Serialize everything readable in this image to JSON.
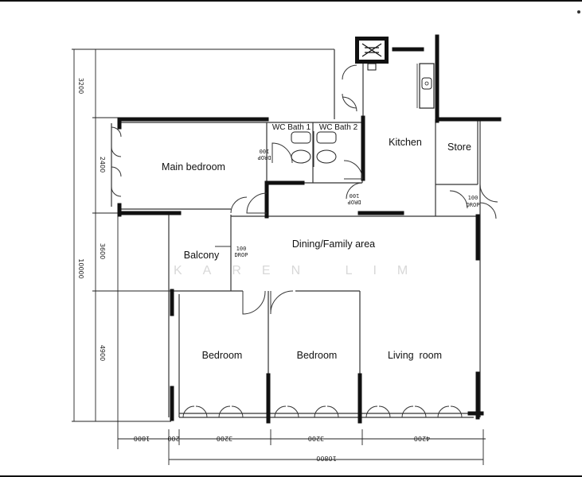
{
  "rooms": {
    "main_bedroom": "Main bedroom",
    "wc_bath_1": "WC Bath 1",
    "wc_bath_2": "WC Bath 2",
    "kitchen": "Kitchen",
    "store": "Store",
    "balcony": "Balcony",
    "dining_family": "Dining/Family area",
    "bedroom_1": "Bedroom",
    "bedroom_2": "Bedroom",
    "living_room": "Living  room"
  },
  "drops": {
    "main_bedroom_drop_value": "100",
    "main_bedroom_drop_word": "DROP",
    "kitchen_drop_value": "100",
    "kitchen_drop_word": "DROP",
    "store_drop_value": "100",
    "store_drop_word": "DROP",
    "balcony_drop_value": "100",
    "balcony_drop_word": "DROP"
  },
  "dimensions": {
    "left_top": "3200",
    "left_upper": "2400",
    "left_mid": "3600",
    "left_lower": "4900",
    "left_total": "10000",
    "bottom_1800": "1800",
    "bottom_200": "200",
    "bottom_3200_a": "3200",
    "bottom_3200_b": "3200",
    "bottom_4200": "4200",
    "bottom_total": "10800"
  },
  "watermark": "KAREN LIM"
}
